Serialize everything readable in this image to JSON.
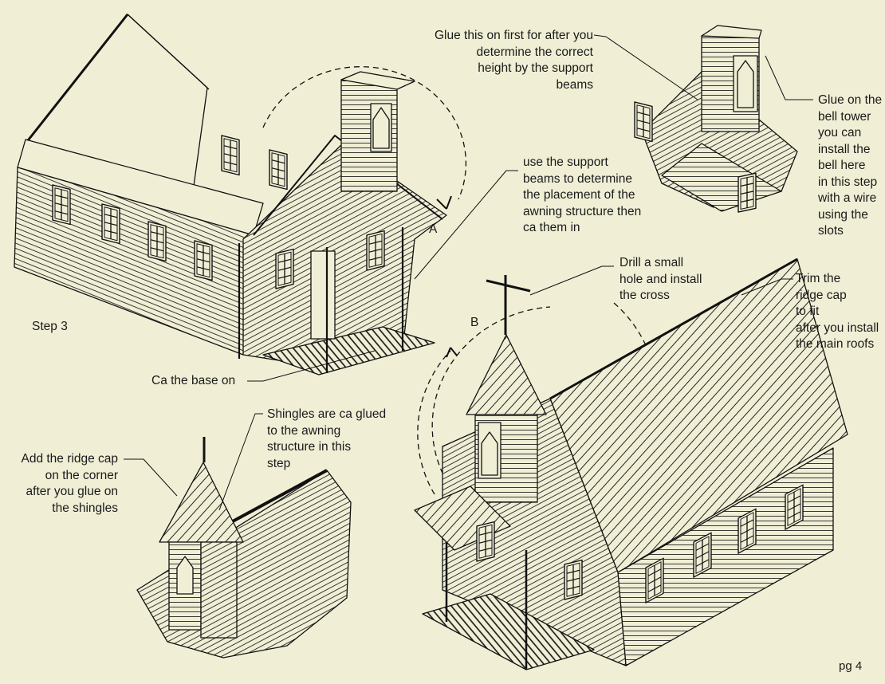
{
  "page": {
    "background": "#f0efd6",
    "ink": "#1a1a1a"
  },
  "labels": {
    "step": "Step 3",
    "page_number": "pg 4",
    "callout_a": "A",
    "callout_b": "B",
    "glue_first": "Glue this on first for after you\ndetermine the correct\nheight by the support\nbeams",
    "bell_tower": "Glue on the\nbell tower\nyou can\ninstall the\nbell here\nin this step\nwith a wire\nusing the\nslots",
    "support_beams": "use the support\nbeams to determine\nthe placement of the\nawning structure then\nca them in",
    "base": "Ca the base on",
    "shingles": "Shingles are ca glued\nto the awning\nstructure in this\nstep",
    "ridge_corner": "Add the ridge cap\non the corner\nafter you glue on\nthe shingles",
    "cross": "Drill a small\nhole and install\nthe cross",
    "trim_ridge": "Trim the\nridge cap\nto fit\nafter you install\nthe main roofs"
  }
}
